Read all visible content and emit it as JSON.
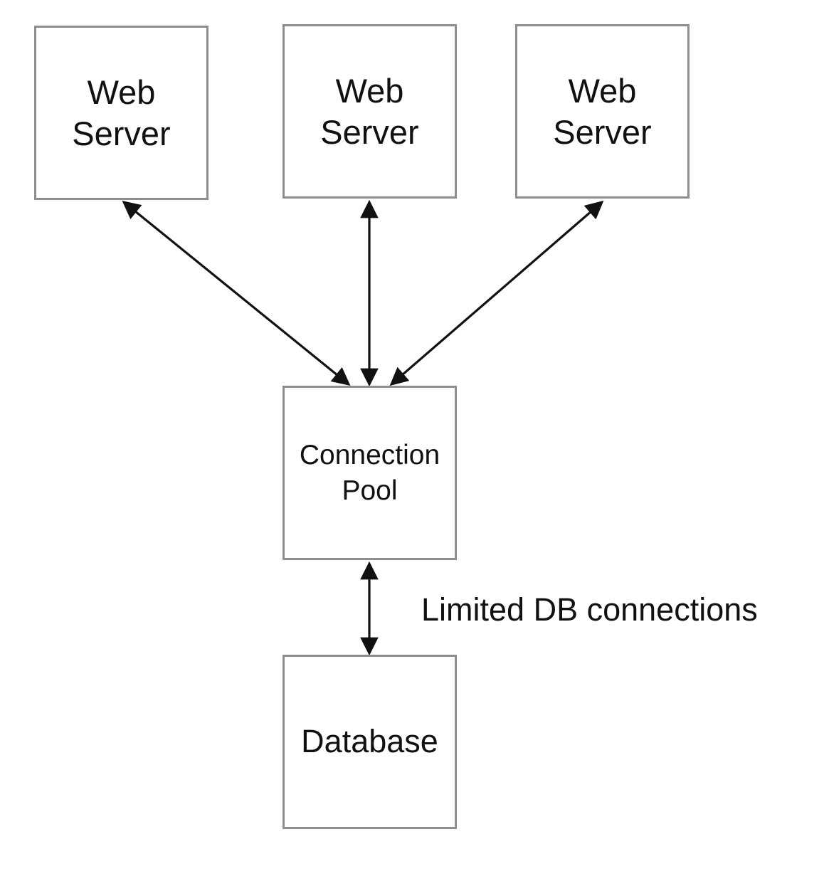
{
  "nodes": {
    "web_server_1": {
      "line1": "Web",
      "line2": "Server"
    },
    "web_server_2": {
      "line1": "Web",
      "line2": "Server"
    },
    "web_server_3": {
      "line1": "Web",
      "line2": "Server"
    },
    "connection_pool": {
      "line1": "Connection",
      "line2": "Pool"
    },
    "database": {
      "label": "Database"
    }
  },
  "edges": [
    {
      "from": "web_server_1",
      "to": "connection_pool",
      "direction": "bidirectional"
    },
    {
      "from": "web_server_2",
      "to": "connection_pool",
      "direction": "bidirectional"
    },
    {
      "from": "web_server_3",
      "to": "connection_pool",
      "direction": "bidirectional"
    },
    {
      "from": "connection_pool",
      "to": "database",
      "direction": "bidirectional"
    }
  ],
  "annotations": {
    "db_link": "Limited DB connections"
  },
  "colors": {
    "box_border": "#8e8e8e",
    "arrow": "#111111",
    "text": "#111111"
  }
}
